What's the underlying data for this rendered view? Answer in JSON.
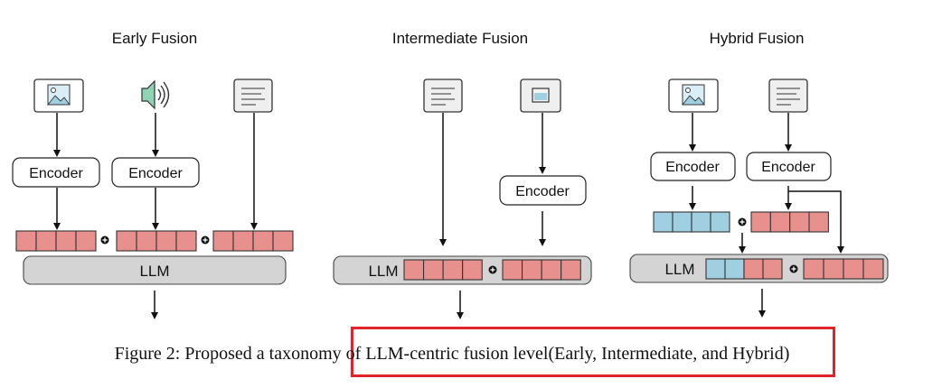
{
  "panels": {
    "early": {
      "title": "Early Fusion",
      "encoder_label": "Encoder",
      "llm_label": "LLM"
    },
    "intermediate": {
      "title": "Intermediate Fusion",
      "encoder_label": "Encoder",
      "llm_label": "LLM"
    },
    "hybrid": {
      "title": "Hybrid Fusion",
      "encoder_label": "Encoder",
      "llm_label": "LLM"
    }
  },
  "caption": "Figure 2: Proposed a taxonomy of LLM-centric fusion level(Early, Intermediate, and Hybrid)",
  "colors": {
    "token_red": "#e8908e",
    "token_blue": "#9fcfe0",
    "llm_gray": "#d4d4d4",
    "highlight": "#e0242a"
  },
  "icons": [
    "image-icon",
    "speaker-icon",
    "text-doc-icon",
    "video-icon"
  ]
}
